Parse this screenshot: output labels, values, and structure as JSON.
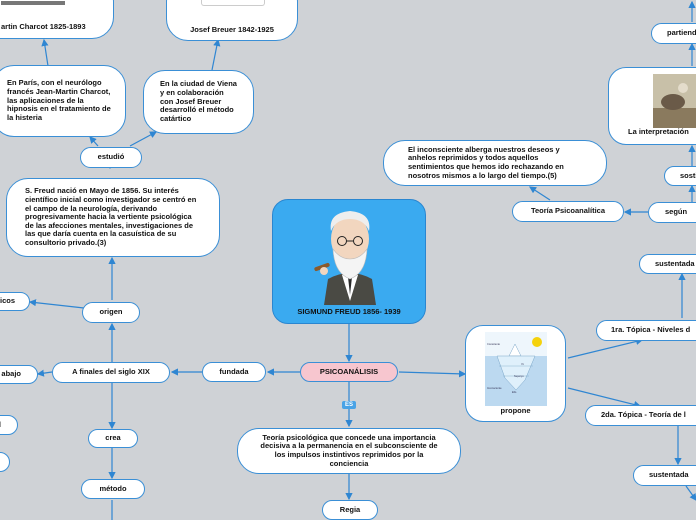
{
  "center": {
    "title": "SIGMUND FREUD 1856- 1939"
  },
  "psico": "PSICOANÁLISIS",
  "es_badge": "ES",
  "definition": "Teoría psicológica que concede una importancia decisiva a la permanencia en el subconsciente de los impulsos instintivos reprimidos por la conciencia",
  "regia": "Regia",
  "fundada": "fundada",
  "fines": "A finales del siglo XIX",
  "origen": "origen",
  "origen_text": "S. Freud nació en Mayo de 1856. Su interés científico inicial como investigador se centró en el campo de la neurología, derivando progresivamente hacia la vertiente psicológica de las afecciones mentales, investigaciones de las que daría cuenta en la casuística de su consultorio privado.(3)",
  "estudio": "estudió",
  "paris_text": "En París, con el neurólogo francés Jean-Martin Charcot, las aplicaciones de la hipnosis en el tratamiento de la histeria",
  "viena_text": "En la ciudad de Viena y en colaboración con Josef Breuer desarrolló el método catártico",
  "charcot": "artin Charcot 1825-1893",
  "breuer": "Josef Breuer 1842-1925",
  "crea": "crea",
  "metodo": "método",
  "left_partial": {
    "icos": "icos",
    "abajo": "abajo",
    "l": "l"
  },
  "propone": "propone",
  "iceberg": {
    "labels": [
      "Consciente",
      "Inconsciente",
      "Ello",
      "Yo",
      "Superyo"
    ]
  },
  "teoria": "Teoría Psicoanalítica",
  "inconsciente_text": "El inconsciente alberga nuestros deseos y anhelos reprimidos y todos aquellos sentimientos que hemos ido rechazando en nosotros mismos a lo largo del tiempo.(5)",
  "segun": "según",
  "sosti": "sosti",
  "interpretacion": "La interpretación",
  "partiend": "partiend",
  "sustentada1": "sustentada",
  "topica1": "1ra. Tópica - Niveles d",
  "topica2": "2da. Tópica - Teoría de l",
  "sustentada2": "sustentada",
  "colors": {
    "background": "#cfd2d6",
    "border": "#3a8fd6",
    "center": "#3aaaf0",
    "pink": "#f7c6cf"
  }
}
